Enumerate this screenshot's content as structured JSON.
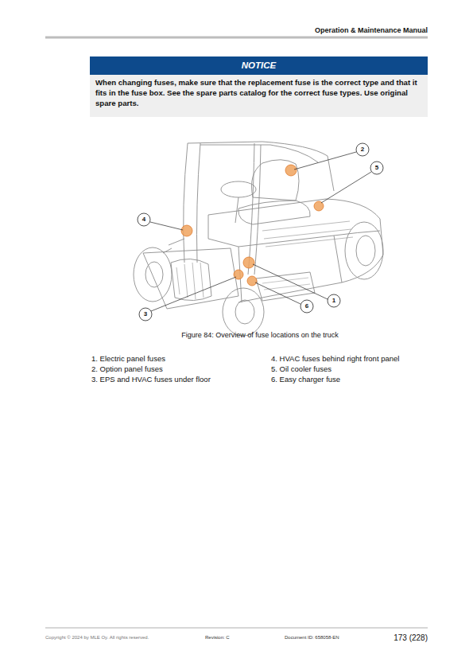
{
  "diagram": {
    "caption": "Figure 84: Overview of fuse locations on the truck",
    "nodes": [
      {
        "text": [
          "NOTICE",
          "When changing fuses, make sure that the replacement fuse is the correct type and that it fits in the fuse box. See the spare parts catalog for the correct fuse types. Use original spare parts."
        ]
      }
    ],
    "labels": [
      "Operation & Maintenance Manual",
      "2",
      "5",
      "4",
      "1",
      "3",
      "6",
      "1. Electric panel fuses",
      "2. Option panel fuses",
      "3. EPS and HVAC fuses under floor",
      "4. HVAC fuses behind right front panel",
      "5. Oil cooler fuses",
      "6. Easy charger fuse",
      "Copyright © 2024 by MLE Oy. All rights reserved.",
      "Revision: C",
      "Document ID: 658058-EN",
      "173 (228)"
    ]
  }
}
